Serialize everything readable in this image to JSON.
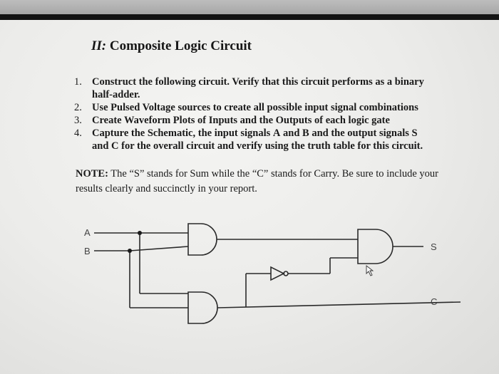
{
  "document": {
    "title_prefix": "II:",
    "title_text": "Composite Logic Circuit",
    "steps": [
      {
        "number": "1.",
        "line1": "Construct the following circuit. Verify that this circuit performs as a binary",
        "line2": "half-adder."
      },
      {
        "number": "2.",
        "line1": "Use Pulsed Voltage sources to create all possible input signal combinations"
      },
      {
        "number": "3.",
        "line1": "Create Waveform Plots of Inputs and the Outputs of each logic gate"
      },
      {
        "number": "4.",
        "line1_a": "Capture the Schematic, the input signals ",
        "line1_A": "A",
        "line1_and": " and ",
        "line1_B": "B",
        "line1_b": " and the output signals ",
        "line1_S": "S",
        "line2_C": "and C",
        "line2_rest": " for the overall circuit and verify using the truth table for this circuit."
      }
    ],
    "note": {
      "label": "NOTE:",
      "line1": " The “S” stands for Sum while the “C” stands for Carry.  Be sure to include your",
      "line2": "results clearly and succinctly in your report."
    }
  },
  "circuit": {
    "input_a": "A",
    "input_b": "B",
    "output_sum": "S",
    "output_carry": "C"
  }
}
